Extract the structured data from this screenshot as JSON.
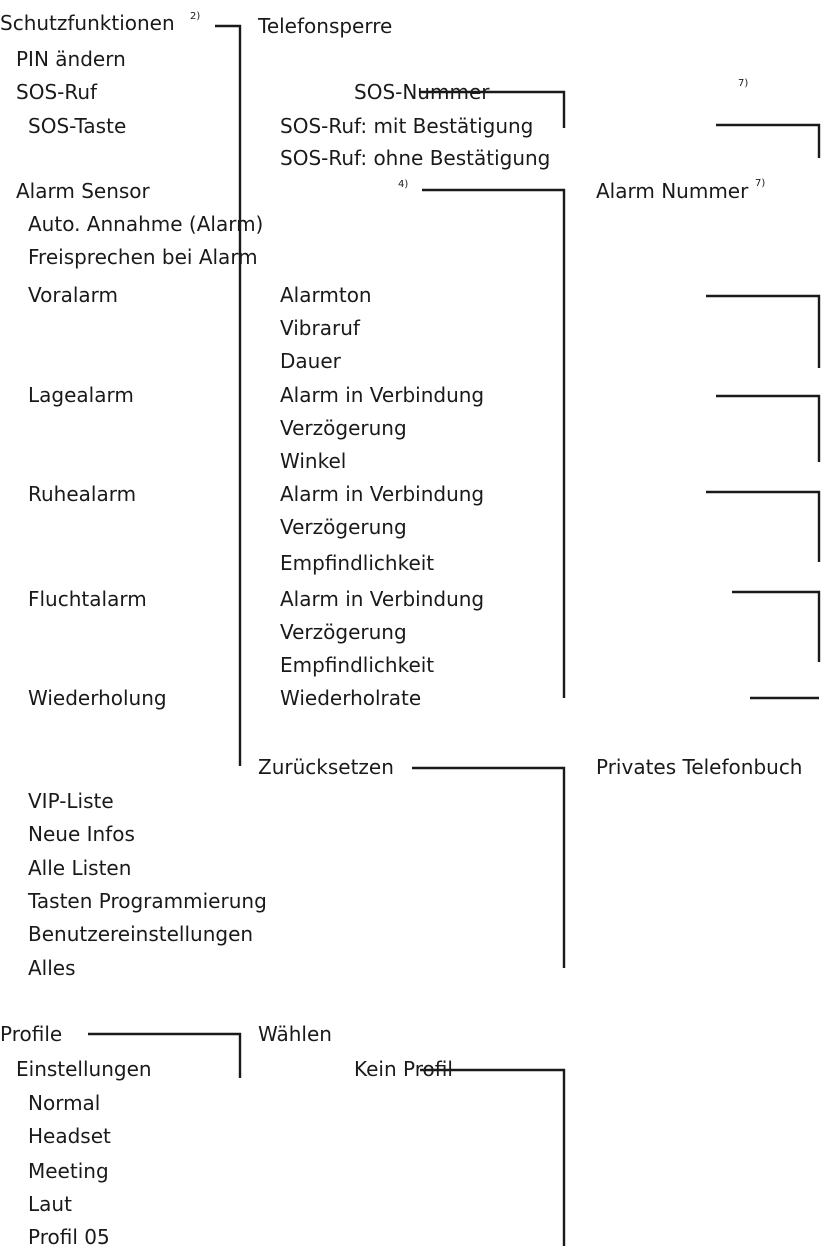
{
  "schutz": {
    "title": "Schutzfunktionen",
    "title_note": "2)",
    "telefonsperre": "Telefonsperre",
    "pin": "PIN ändern",
    "sos_ruf": "SOS-Ruf",
    "sos_taste": "SOS-Taste",
    "sos_nummer": "SOS-Nummer",
    "sos_nummer_note": "7)",
    "sos_mit": "SOS-Ruf: mit Bestätigung",
    "sos_ohne": "SOS-Ruf: ohne Bestätigung",
    "alarm_sensor": "Alarm Sensor",
    "alarm_sensor_note": "4)",
    "alarm_nummer": "Alarm Nummer",
    "alarm_nummer_note": "7)",
    "auto_annahme": "Auto. Annahme (Alarm)",
    "freisprechen": "Freisprechen bei Alarm",
    "voralarm": "Voralarm",
    "alarmton": "Alarmton",
    "vibraruf": "Vibraruf",
    "dauer": "Dauer",
    "lagealarm": "Lagealarm",
    "lage_verbindung": "Alarm in Verbindung",
    "lage_verzoegerung": "Verzögerung",
    "winkel": "Winkel",
    "ruhealarm": "Ruhealarm",
    "ruhe_verbindung": "Alarm in Verbindung",
    "ruhe_verzoegerung": "Verzögerung",
    "ruhe_empfindlichkeit": "Empfindlichkeit",
    "fluchtalarm": "Fluchtalarm",
    "flucht_verbindung": "Alarm in Verbindung",
    "flucht_verzoegerung": "Verzögerung",
    "flucht_empfindlichkeit": "Empfindlichkeit",
    "wiederholung": "Wiederholung",
    "wiederholrate": "Wiederholrate"
  },
  "reset": {
    "zuruecksetzen": "Zurücksetzen",
    "privates_telefonbuch": "Privates Telefonbuch",
    "vip_liste": "VIP-Liste",
    "neue_infos": "Neue Infos",
    "alle_listen": "Alle Listen",
    "tasten_programmierung": "Tasten Programmierung",
    "benutzereinstellungen": "Benutzereinstellungen",
    "alles": "Alles"
  },
  "profile": {
    "title": "Profile",
    "waehlen": "Wählen",
    "einstellungen": "Einstellungen",
    "kein_profil": "Kein Profil",
    "normal": "Normal",
    "headset": "Headset",
    "meeting": "Meeting",
    "laut": "Laut",
    "profil05": "Profil 05"
  }
}
